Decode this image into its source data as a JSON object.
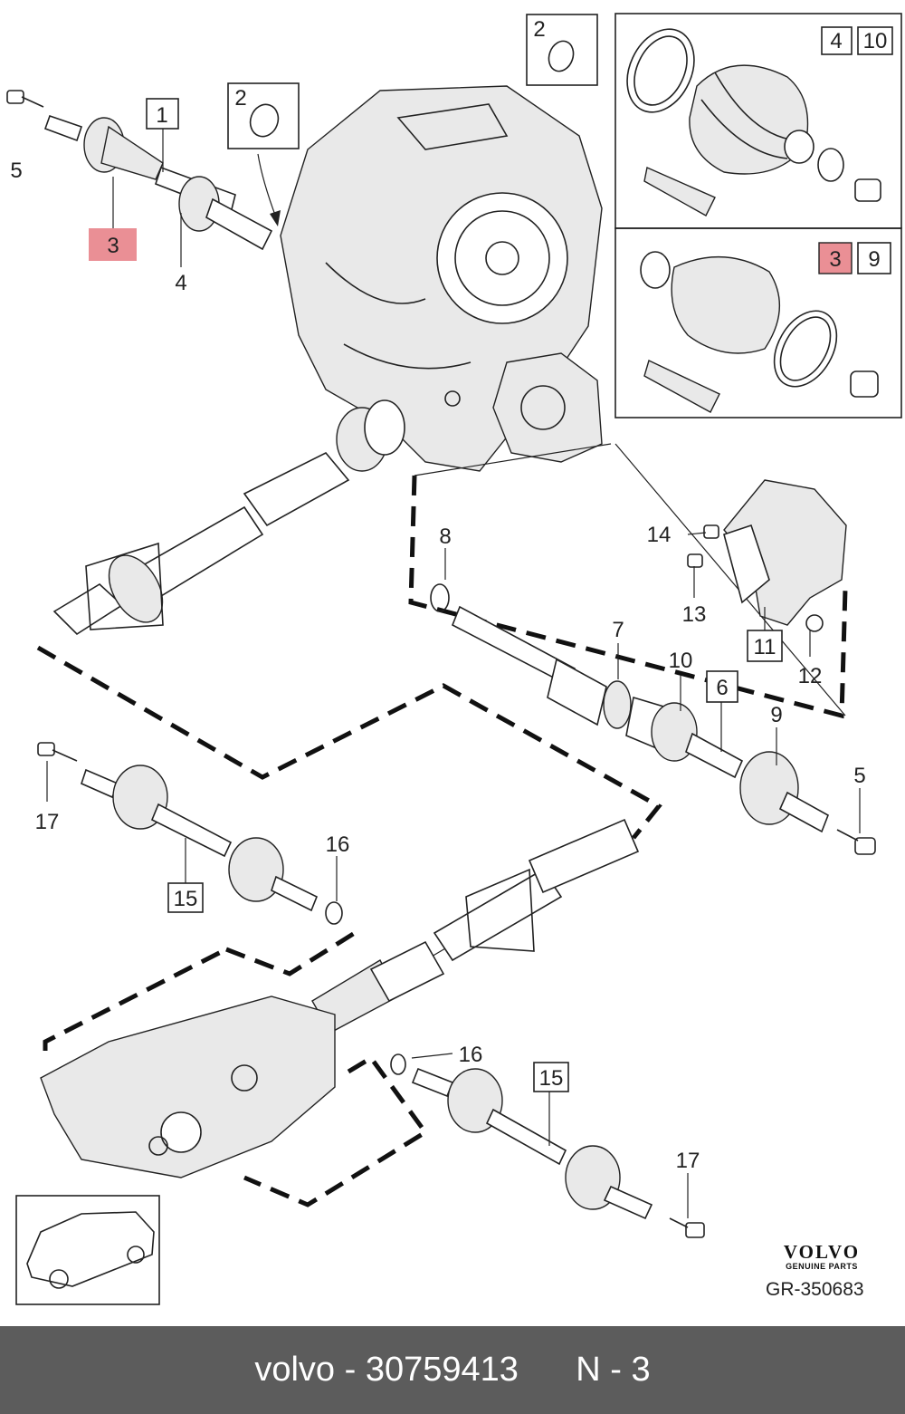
{
  "callouts": {
    "c1": "1",
    "c2a": "2",
    "c2b": "2",
    "c3": "3",
    "c3b": "3",
    "c4": "4",
    "c4b": "4",
    "c5a": "5",
    "c5b": "5",
    "c6": "6",
    "c7": "7",
    "c8": "8",
    "c9a": "9",
    "c9b": "9",
    "c10a": "10",
    "c10b": "10",
    "c11": "11",
    "c12": "12",
    "c13": "13",
    "c14": "14",
    "c15a": "15",
    "c15b": "15",
    "c16a": "16",
    "c16b": "16",
    "c17a": "17",
    "c17b": "17"
  },
  "highlight_color": "#ea8f95",
  "brand": {
    "logo": "VOLVO",
    "tagline": "GENUINE PARTS"
  },
  "drawing_number": "GR-350683",
  "footer": {
    "make": "volvo",
    "separator": " - ",
    "part_number": "30759413",
    "position": "N - 3"
  }
}
